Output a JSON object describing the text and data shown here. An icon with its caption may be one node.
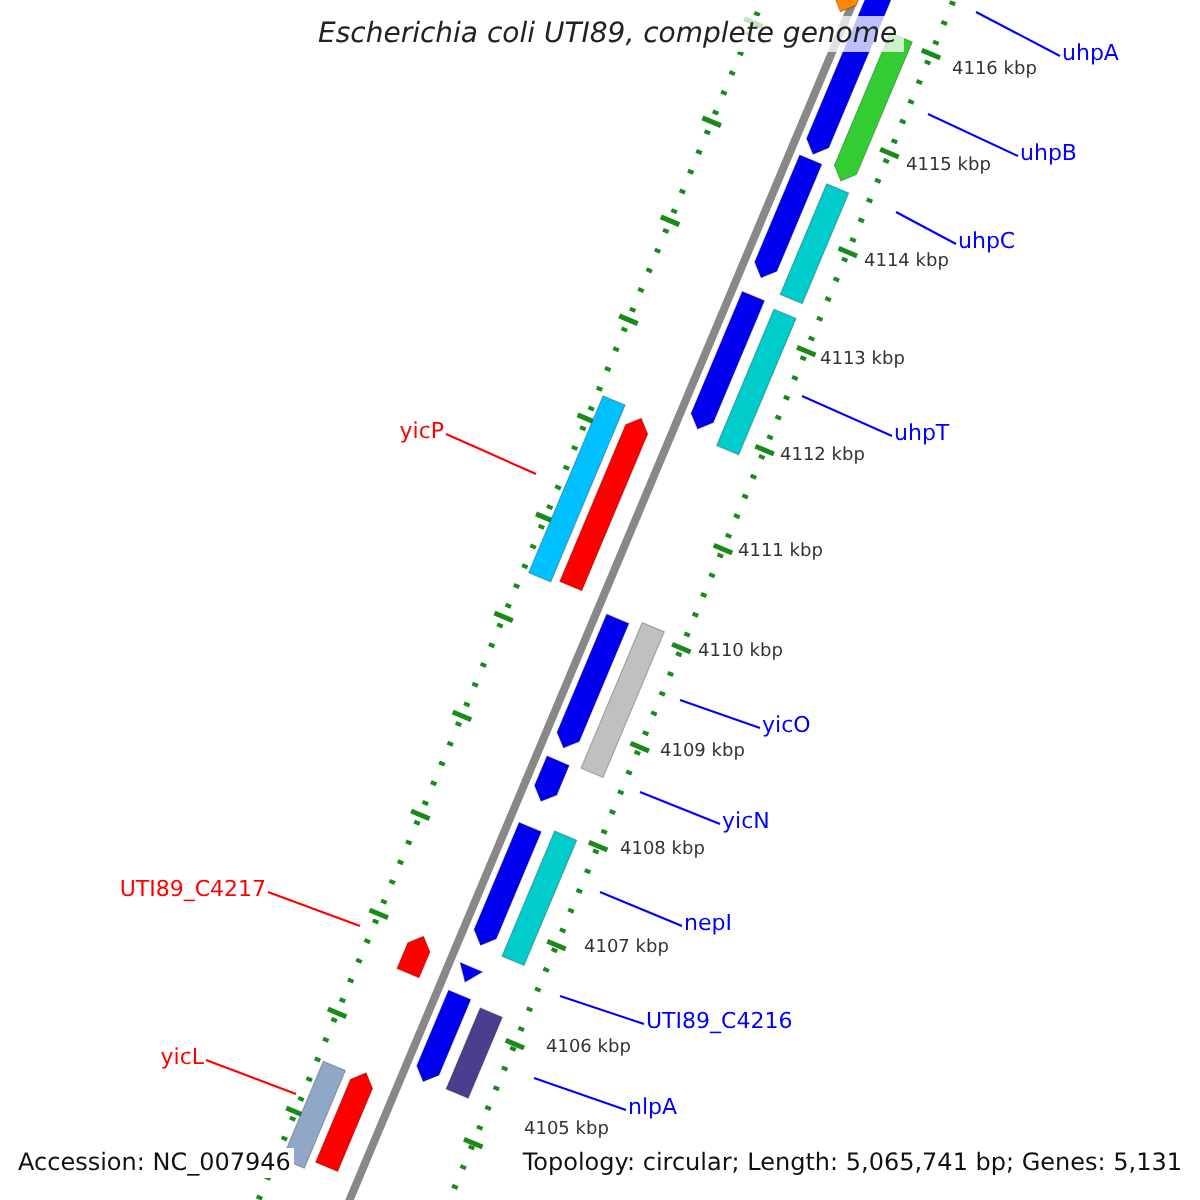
{
  "diagram": {
    "title": "Escherichia coli UTI89, complete genome",
    "nodes": [
      {
        "text": [
          "uhpA"
        ]
      },
      {
        "text": [
          "uhpB"
        ]
      },
      {
        "text": [
          "uhpC"
        ]
      },
      {
        "text": [
          "yicP"
        ]
      },
      {
        "text": [
          "uhpT"
        ]
      },
      {
        "text": [
          "yicO"
        ]
      },
      {
        "text": [
          "yicN"
        ]
      },
      {
        "text": [
          "UTI89_C4217"
        ]
      },
      {
        "text": [
          "nepI"
        ]
      },
      {
        "text": [
          "UTI89_C4216"
        ]
      },
      {
        "text": [
          "yicL"
        ]
      },
      {
        "text": [
          "nlpA"
        ]
      }
    ],
    "edges": [
      {
        "from": 0,
        "to": null,
        "arrow": "none"
      },
      {
        "from": 1,
        "to": null,
        "arrow": "none"
      },
      {
        "from": 2,
        "to": null,
        "arrow": "none"
      },
      {
        "from": 3,
        "to": null,
        "arrow": "none",
        "color": "#ff0000"
      },
      {
        "from": 4,
        "to": null,
        "arrow": "none"
      },
      {
        "from": 5,
        "to": null,
        "arrow": "none"
      },
      {
        "from": 6,
        "to": null,
        "arrow": "none"
      },
      {
        "from": 7,
        "to": null,
        "arrow": "none",
        "color": "#ff0000"
      },
      {
        "from": 8,
        "to": null,
        "arrow": "none"
      },
      {
        "from": 9,
        "to": null,
        "arrow": "none"
      },
      {
        "from": 10,
        "to": null,
        "arrow": "none",
        "color": "#ff0000"
      },
      {
        "from": 11,
        "to": null,
        "arrow": "none"
      }
    ],
    "labels": [
      "4116 kbp",
      "4115 kbp",
      "4114 kbp",
      "4113 kbp",
      "4112 kbp",
      "4111 kbp",
      "4110 kbp",
      "4109 kbp",
      "4108 kbp",
      "4107 kbp",
      "4106 kbp",
      "4105 kbp",
      "Accession: NC_007946",
      "Topology: circular; Length: 5,065,741 bp; Genes: 5,131"
    ]
  }
}
